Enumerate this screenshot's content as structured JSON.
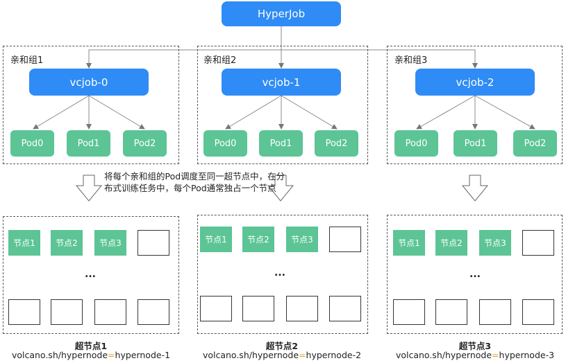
{
  "root": {
    "label": "HyperJob"
  },
  "groups": [
    {
      "label": "亲和组1",
      "job": "vcjob-0",
      "pods": [
        "Pod0",
        "Pod1",
        "Pod2"
      ]
    },
    {
      "label": "亲和组2",
      "job": "vcjob-1",
      "pods": [
        "Pod0",
        "Pod1",
        "Pod2"
      ]
    },
    {
      "label": "亲和组3",
      "job": "vcjob-2",
      "pods": [
        "Pod0",
        "Pod1",
        "Pod2"
      ]
    }
  ],
  "note": "将每个亲和组的Pod调度至同一超节点中，在分布式训练任务中，每个Pod通常独占一个节点",
  "supernodes": [
    {
      "title": "超节点1",
      "label_key": "volcano.sh/hypernode",
      "label_eq": "=",
      "label_value": "hypernode-1",
      "nodes": [
        "节点1",
        "节点2",
        "节点3"
      ],
      "ellipsis": "..."
    },
    {
      "title": "超节点2",
      "label_key": "volcano.sh/hypernode",
      "label_eq": "=",
      "label_value": "hypernode-2",
      "nodes": [
        "节点1",
        "节点2",
        "节点3"
      ],
      "ellipsis": "..."
    },
    {
      "title": "超节点3",
      "label_key": "volcano.sh/hypernode",
      "label_eq": "=",
      "label_value": "hypernode-3",
      "nodes": [
        "节点1",
        "节点2",
        "节点3"
      ],
      "ellipsis": "..."
    }
  ]
}
